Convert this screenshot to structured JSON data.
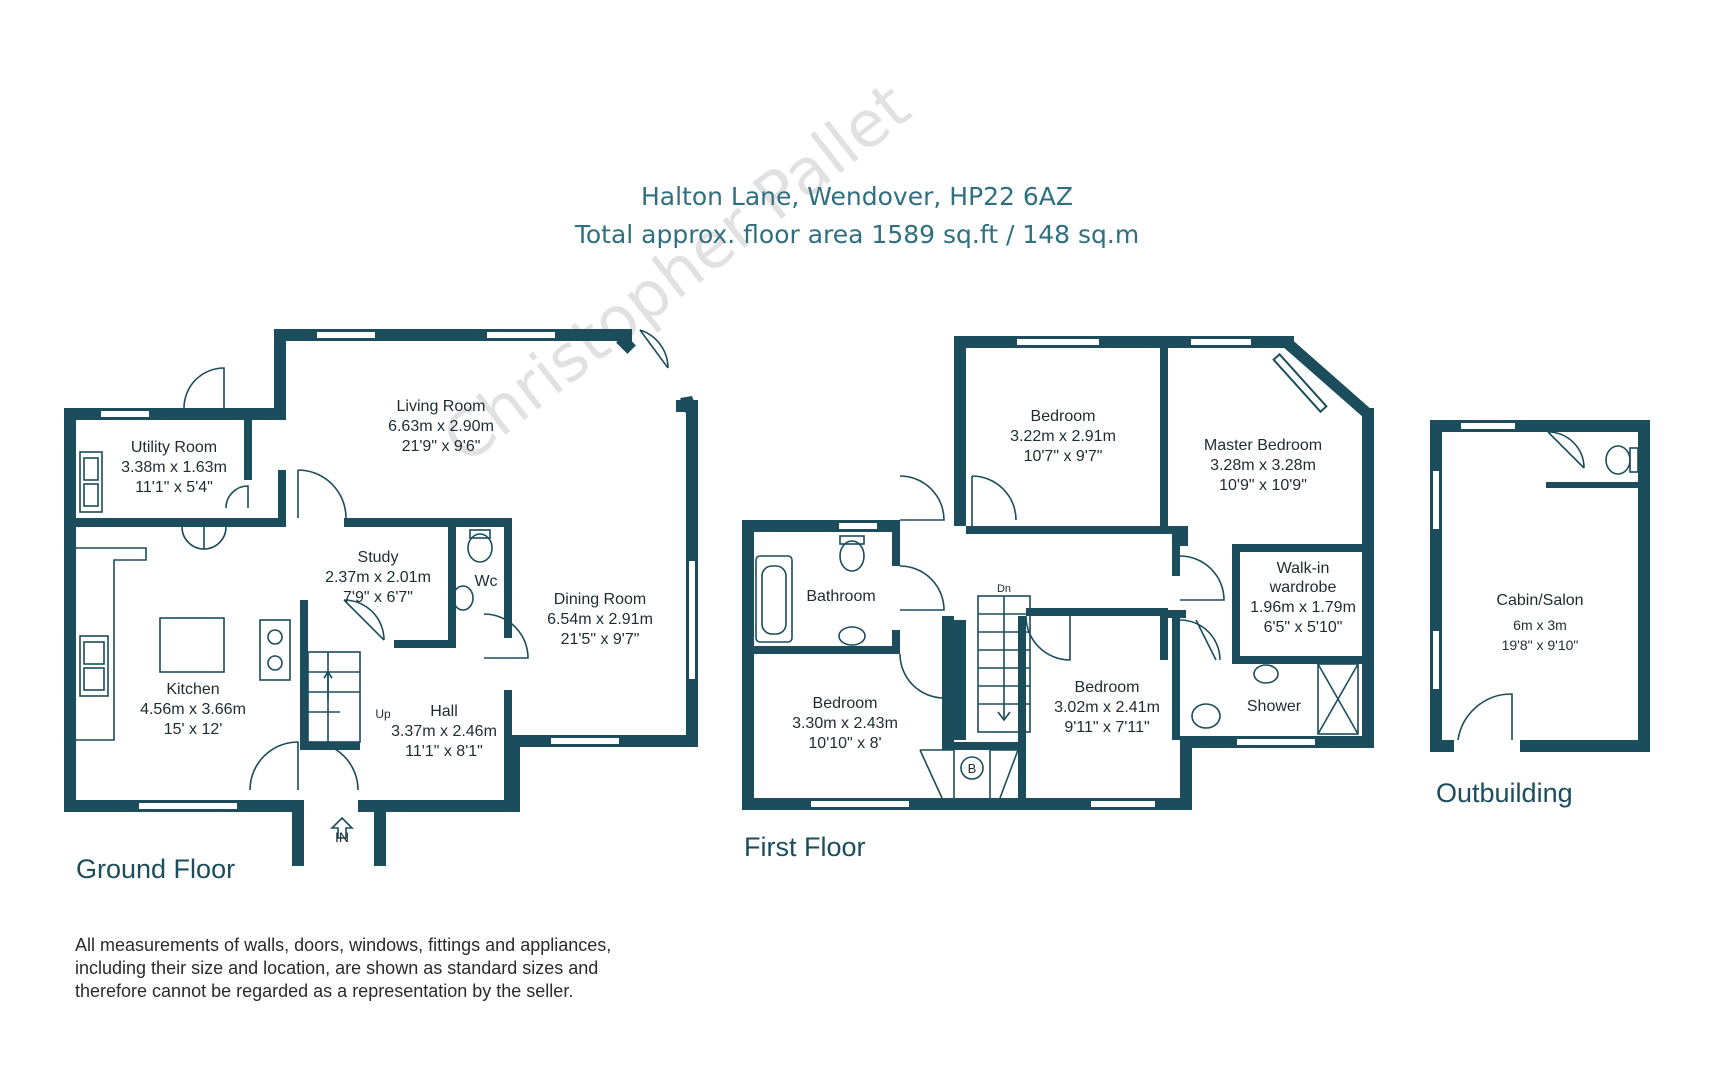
{
  "header": {
    "address": "Halton Lane, Wendover, HP22 6AZ",
    "total_area": "Total approx. floor area 1589 sq.ft / 148 sq.m"
  },
  "watermark": "Christopher Pallet",
  "floors": {
    "ground": {
      "label": "Ground Floor",
      "rooms": {
        "utility": {
          "name": "Utility Room",
          "metric": "3.38m x 1.63m",
          "imperial": "11'1\" x 5'4\""
        },
        "living": {
          "name": "Living Room",
          "metric": "6.63m x 2.90m",
          "imperial": "21'9\" x 9'6\""
        },
        "study": {
          "name": "Study",
          "metric": "2.37m x 2.01m",
          "imperial": "7'9\" x 6'7\""
        },
        "wc": {
          "name": "Wc"
        },
        "dining": {
          "name": "Dining Room",
          "metric": "6.54m x 2.91m",
          "imperial": "21'5\" x 9'7\""
        },
        "kitchen": {
          "name": "Kitchen",
          "metric": "4.56m x 3.66m",
          "imperial": "15' x 12'"
        },
        "hall": {
          "name": "Hall",
          "metric": "3.37m x 2.46m",
          "imperial": "11'1\" x 8'1\""
        }
      },
      "stair_label": "Up",
      "entrance_label": "IN"
    },
    "first": {
      "label": "First Floor",
      "rooms": {
        "bedroom_top": {
          "name": "Bedroom",
          "metric": "3.22m x 2.91m",
          "imperial": "10'7\" x 9'7\""
        },
        "master": {
          "name": "Master Bedroom",
          "metric": "3.28m x 3.28m",
          "imperial": "10'9\" x 10'9\""
        },
        "bathroom": {
          "name": "Bathroom"
        },
        "walkin": {
          "name_line1": "Walk-in",
          "name_line2": "wardrobe",
          "metric": "1.96m x 1.79m",
          "imperial": "6'5\" x 5'10\""
        },
        "bedroom_left": {
          "name": "Bedroom",
          "metric": "3.30m x 2.43m",
          "imperial": "10'10\" x 8'"
        },
        "bedroom_mid": {
          "name": "Bedroom",
          "metric": "3.02m x 2.41m",
          "imperial": "9'11\" x 7'11\""
        },
        "shower": {
          "name": "Shower"
        }
      },
      "stair_label": "Dn",
      "boiler_label": "B"
    },
    "outbuilding": {
      "label": "Outbuilding",
      "rooms": {
        "cabin": {
          "name": "Cabin/Salon",
          "metric": "6m x 3m",
          "imperial": "19'8\" x 9'10\""
        }
      }
    }
  },
  "disclaimer": {
    "line1": "All measurements of walls, doors, windows, fittings and appliances,",
    "line2": "including their size and location, are shown as standard sizes and",
    "line3": "therefore cannot be regarded as a representation by the seller."
  },
  "colors": {
    "wall": "#1b4d5c",
    "title": "#2f6f82"
  }
}
